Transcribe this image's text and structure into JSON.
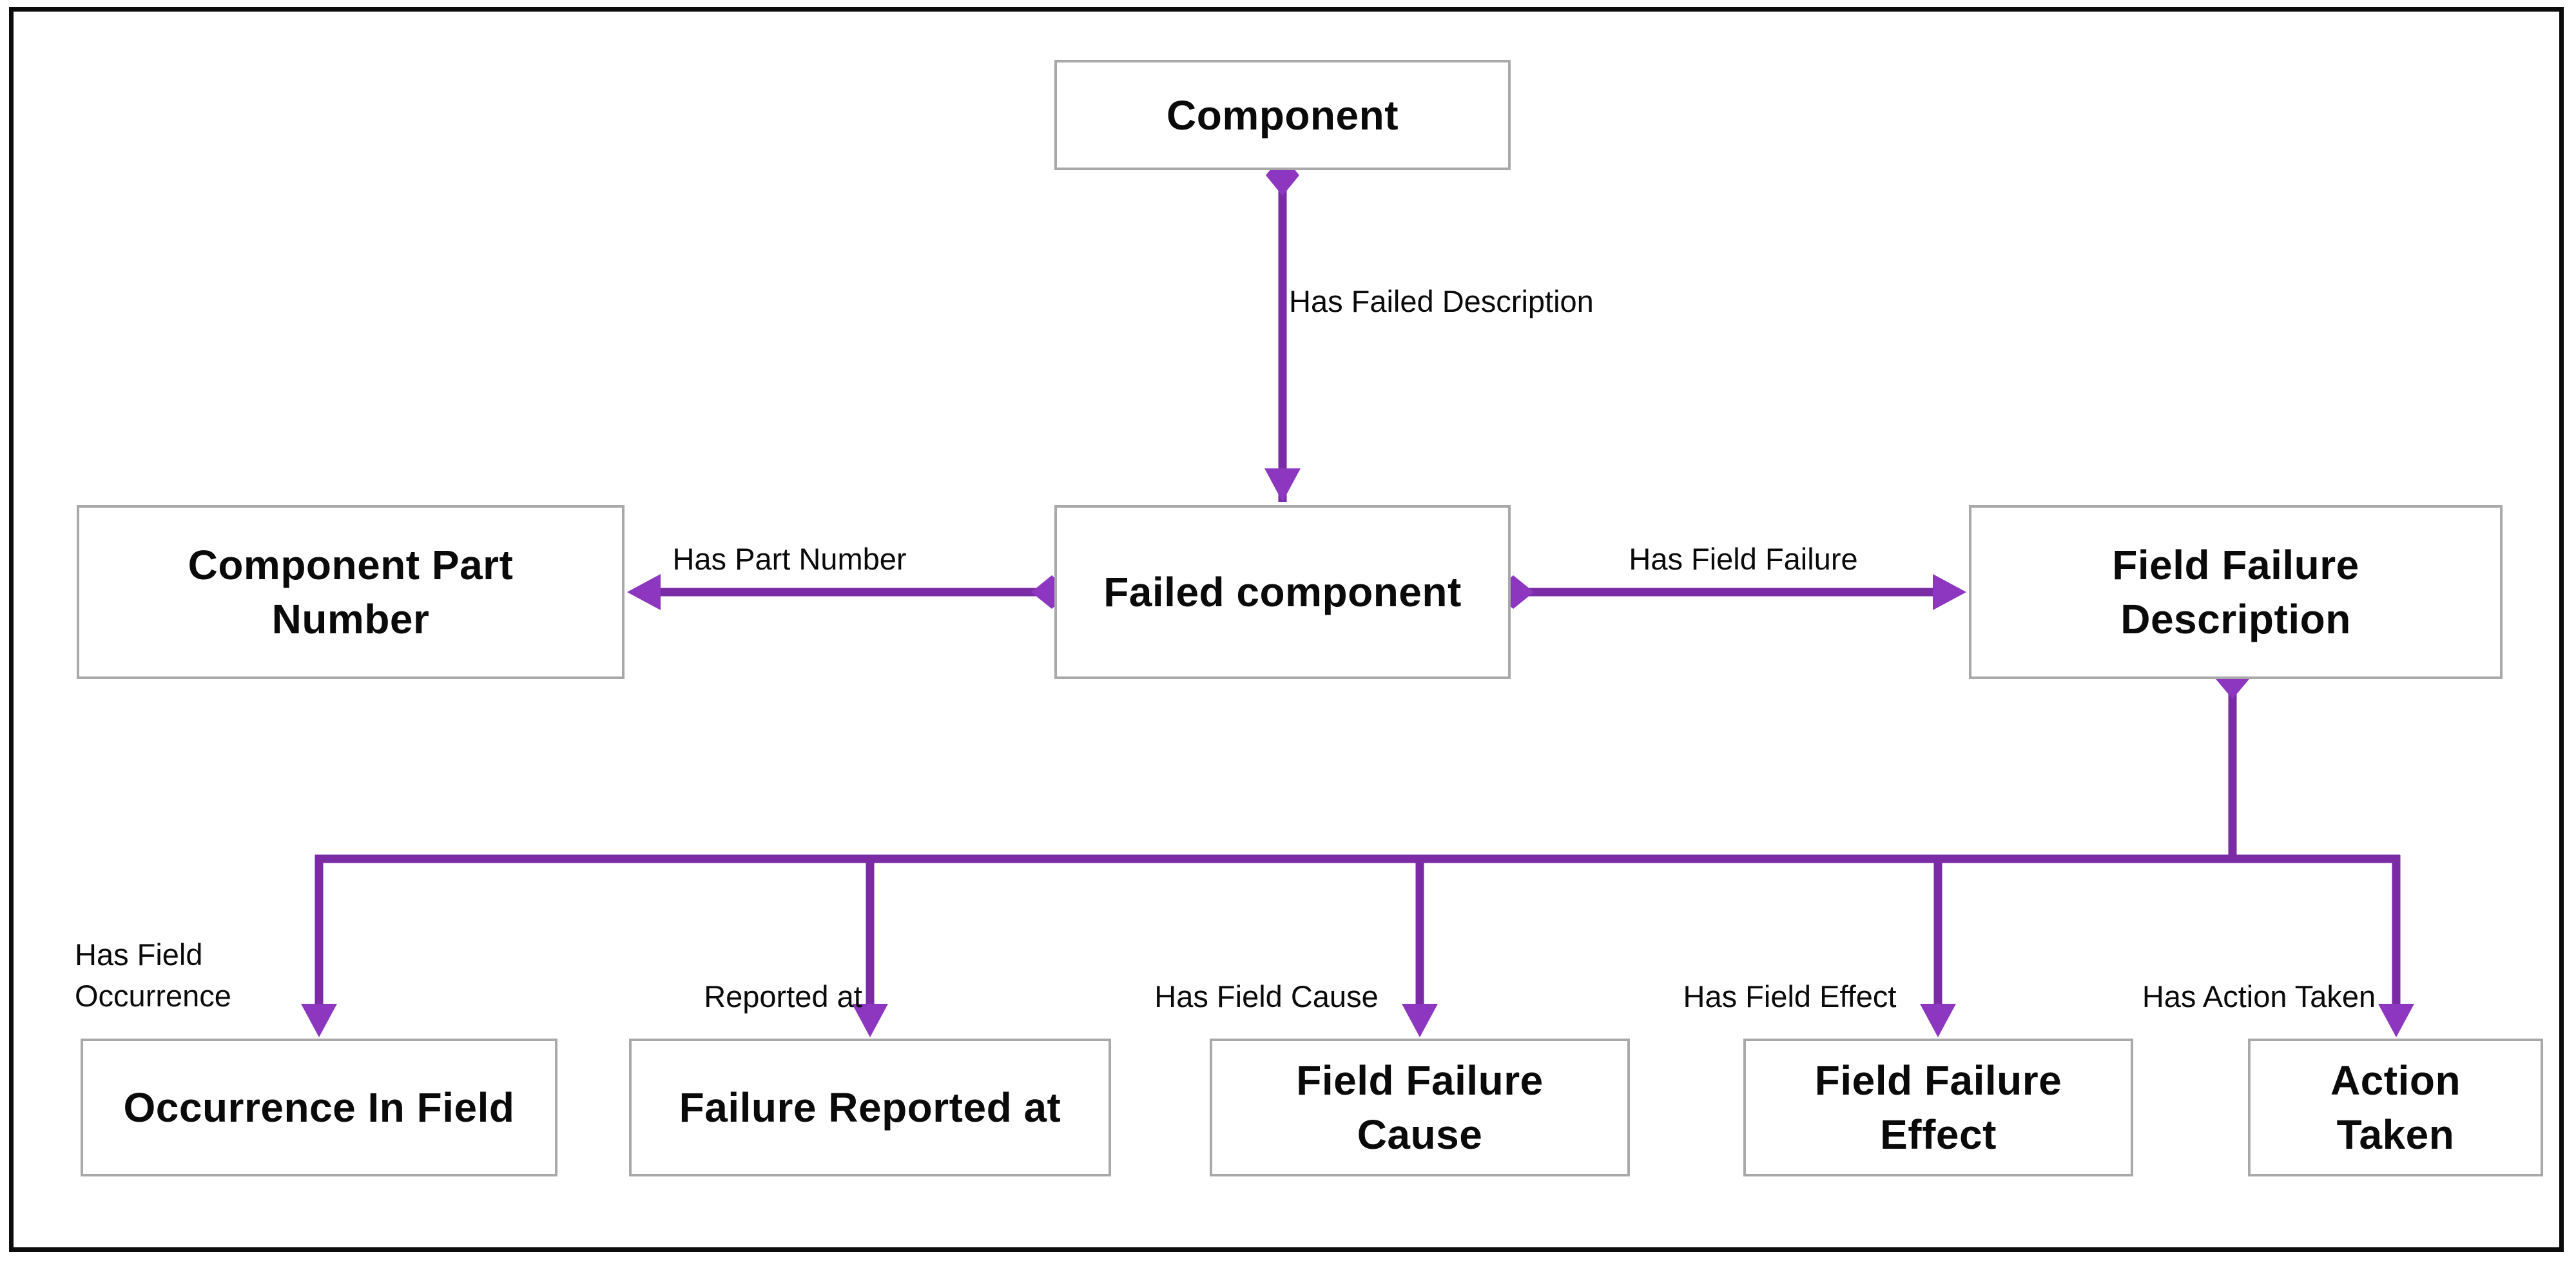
{
  "diagram": {
    "title": "Component field failure relationship diagram",
    "colors": {
      "connector_line": "#7b2ba5",
      "connector_accent": "#8d36c0",
      "box_border": "#a9a9a9",
      "frame_border": "#0c0c0c",
      "text": "#0a0a0a",
      "background": "#ffffff"
    },
    "nodes": [
      {
        "id": "component",
        "label": "Component"
      },
      {
        "id": "component-part-number",
        "label": "Component Part\nNumber"
      },
      {
        "id": "failed-component",
        "label": "Failed component"
      },
      {
        "id": "field-failure-description",
        "label": "Field Failure\nDescription"
      },
      {
        "id": "occurrence-in-field",
        "label": "Occurrence In Field"
      },
      {
        "id": "failure-reported-at",
        "label": "Failure Reported at"
      },
      {
        "id": "field-failure-cause",
        "label": "Field Failure\nCause"
      },
      {
        "id": "field-failure-effect",
        "label": "Field Failure\nEffect"
      },
      {
        "id": "action-taken",
        "label": "Action\nTaken"
      }
    ],
    "edges": [
      {
        "from": "component",
        "to": "failed-component",
        "label": "Has Failed Description"
      },
      {
        "from": "failed-component",
        "to": "component-part-number",
        "label": "Has Part Number"
      },
      {
        "from": "failed-component",
        "to": "field-failure-description",
        "label": "Has Field Failure"
      },
      {
        "from": "field-failure-description",
        "to": "occurrence-in-field",
        "label": "Has Field\nOccurrence"
      },
      {
        "from": "field-failure-description",
        "to": "failure-reported-at",
        "label": "Reported at"
      },
      {
        "from": "field-failure-description",
        "to": "field-failure-cause",
        "label": "Has Field Cause"
      },
      {
        "from": "field-failure-description",
        "to": "field-failure-effect",
        "label": "Has Field Effect"
      },
      {
        "from": "field-failure-description",
        "to": "action-taken",
        "label": "Has Action Taken"
      }
    ]
  }
}
